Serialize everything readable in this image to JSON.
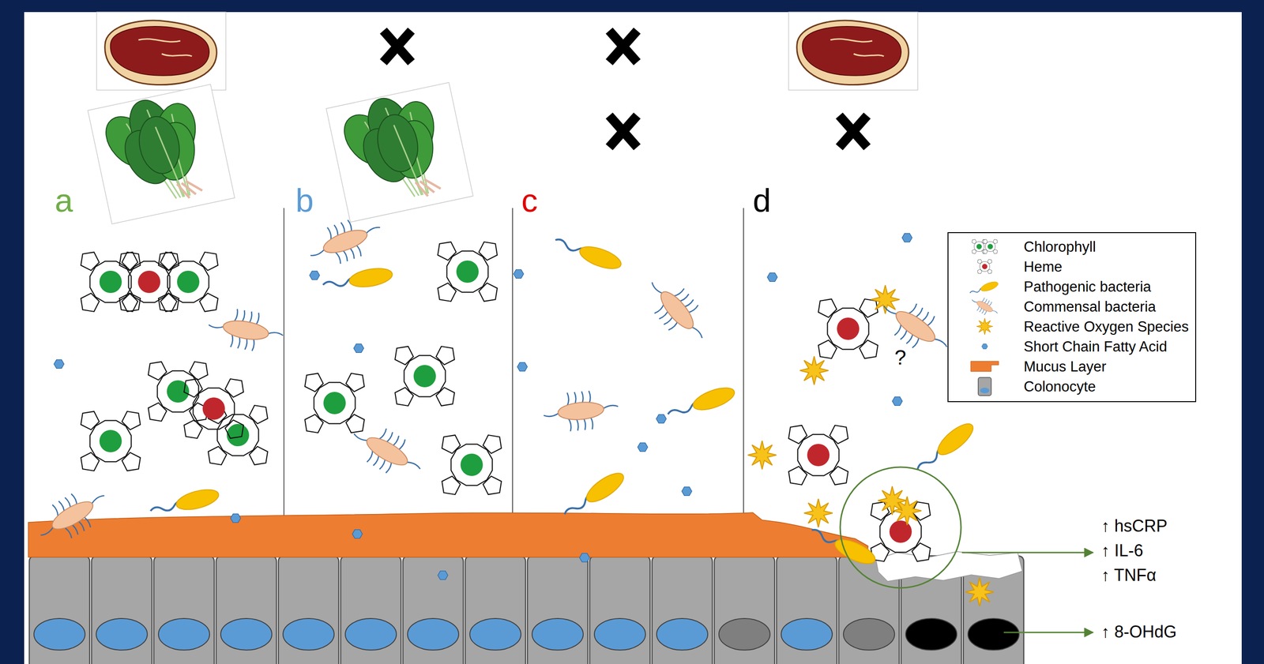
{
  "diagram": {
    "labels": [
      "a",
      "b",
      "c",
      "d",
      "?",
      "↑ hsCRP",
      "↑ IL-6",
      "↑ TNFα",
      "↑ 8-OHdG"
    ],
    "legend": [
      {
        "text": "Chlorophyll"
      },
      {
        "text": "Heme"
      },
      {
        "text": "Pathogenic bacteria"
      },
      {
        "text": "Commensal bacteria"
      },
      {
        "text": "Reactive Oxygen Species"
      },
      {
        "text": "Short Chain Fatty Acid"
      },
      {
        "text": "Mucus Layer"
      },
      {
        "text": "Colonocyte"
      }
    ]
  }
}
